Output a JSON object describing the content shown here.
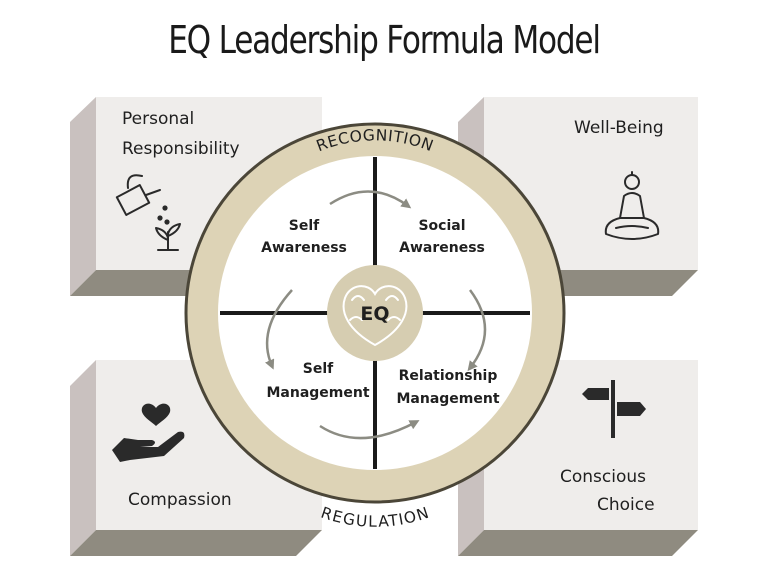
{
  "title": "EQ Leadership Formula Model",
  "colors": {
    "box_face": "#efedeb",
    "box_side": "#c9c1bf",
    "box_bottom": "#8f8b80",
    "ring": "#ddd3b6",
    "ring_border": "#4b4638",
    "center": "#d6cdb1",
    "arrow": "#8c8c83"
  },
  "corners": {
    "top_left": {
      "lines": [
        "Personal",
        "Responsibility"
      ],
      "icon": "watering-can-icon"
    },
    "top_right": {
      "lines": [
        "Well-Being"
      ],
      "icon": "meditation-icon"
    },
    "bottom_left": {
      "lines": [
        "Compassion"
      ],
      "icon": "heart-in-hand-icon"
    },
    "bottom_right": {
      "lines": [
        "Conscious",
        "Choice"
      ],
      "icon": "signpost-icon"
    }
  },
  "ring": {
    "top": "RECOGNITION",
    "bottom": "REGULATION"
  },
  "quadrants": {
    "top_left": [
      "Self",
      "Awareness"
    ],
    "top_right": [
      "Social",
      "Awareness"
    ],
    "bottom_left": [
      "Self",
      "Management"
    ],
    "bottom_right": [
      "Relationship",
      "Management"
    ]
  },
  "center": {
    "label": "EQ",
    "icon": "brain-heart-icon"
  }
}
